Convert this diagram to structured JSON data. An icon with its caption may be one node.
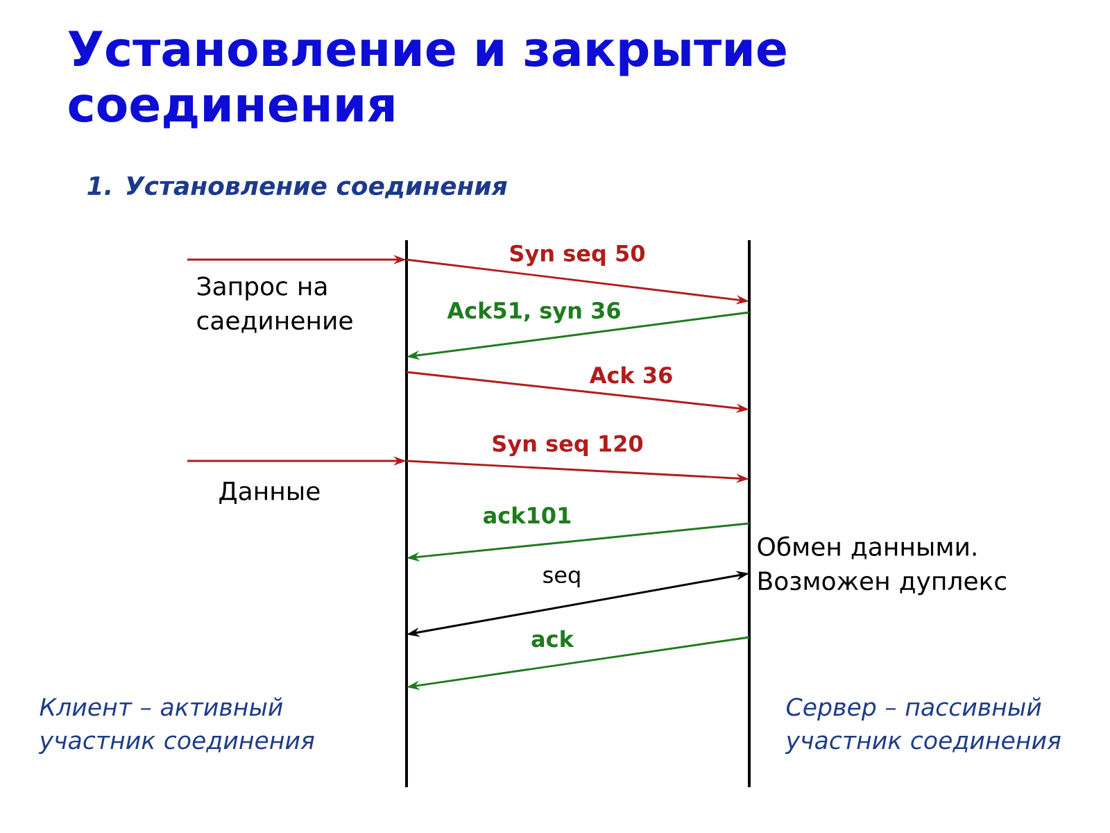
{
  "diagram": {
    "title": "Установление и закрытие соединения",
    "nodes": [
      {
        "text": [],
        "shape": "line",
        "beside": [
          "Клиент – активный участник соединения"
        ]
      },
      {
        "text": [],
        "shape": "line",
        "beside": [
          "Сервер – пассивный участник соединения"
        ]
      }
    ],
    "edges": [
      {
        "from": null,
        "to": 0,
        "arrow": "to"
      },
      {
        "from": 0,
        "to": 1,
        "arrow": "to",
        "label": "Syn seq 50"
      },
      {
        "from": 1,
        "to": 0,
        "arrow": "to",
        "label": "Ack51, syn 36",
        "color": "#1e7b1e"
      },
      {
        "from": 0,
        "to": 1,
        "arrow": "to",
        "label": "Ack 36"
      },
      {
        "from": null,
        "to": 0,
        "arrow": "to"
      },
      {
        "from": 0,
        "to": 1,
        "arrow": "to",
        "label": "Syn seq 120"
      },
      {
        "from": 1,
        "to": 0,
        "arrow": "to",
        "label": "ack101",
        "color": "#1e7b1e"
      },
      {
        "from": 1,
        "to": 0,
        "arrow": "both",
        "label": "seq",
        "color": "#000000"
      },
      {
        "from": 1,
        "to": 0,
        "arrow": "to",
        "label": "ack",
        "color": "#1e7b1e"
      }
    ],
    "labels": [
      "1. Установление соединения",
      "Запрос на саединение",
      "Данные",
      "Обмен данными. Возможен дуплекс"
    ]
  }
}
